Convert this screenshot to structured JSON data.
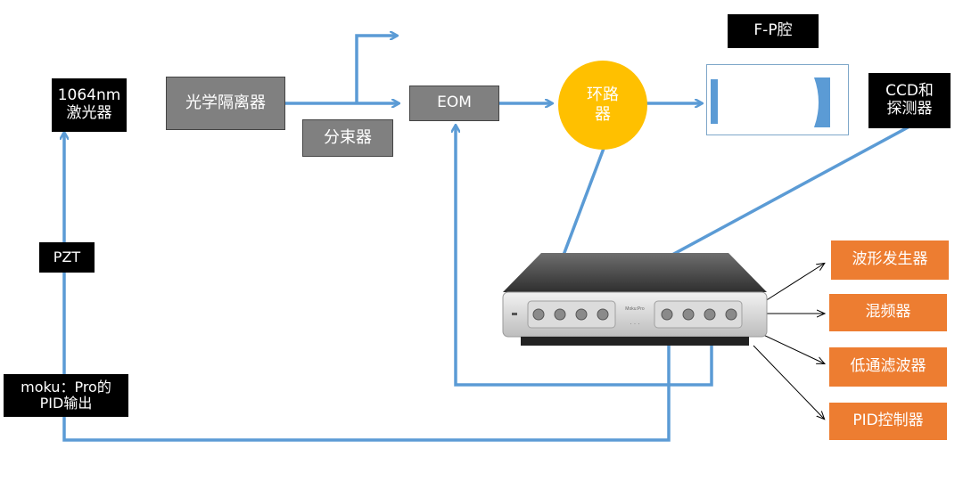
{
  "laser": {
    "line1": "1064nm",
    "line2": "激光器"
  },
  "isolator": {
    "label": "光学隔离器"
  },
  "splitter": {
    "label": "分束器"
  },
  "eom": {
    "label": "EOM"
  },
  "circulator": {
    "line1": "环路",
    "line2": "器"
  },
  "cavity": {
    "label": "F-P腔"
  },
  "detector": {
    "line1": "CCD和",
    "line2": "探测器"
  },
  "pzt": {
    "label": "PZT"
  },
  "pid_output": {
    "line1": "moku：Pro的",
    "line2": "PID输出"
  },
  "device": {
    "brand": "Moku:Pro"
  },
  "functions": [
    {
      "label": "波形发生器"
    },
    {
      "label": "混频器"
    },
    {
      "label": "低通滤波器"
    },
    {
      "label": "PID控制器"
    }
  ],
  "colors": {
    "beam": "#5b9bd5",
    "orange": "#ed7d31",
    "yellow": "#ffc000",
    "gray": "#808080"
  }
}
